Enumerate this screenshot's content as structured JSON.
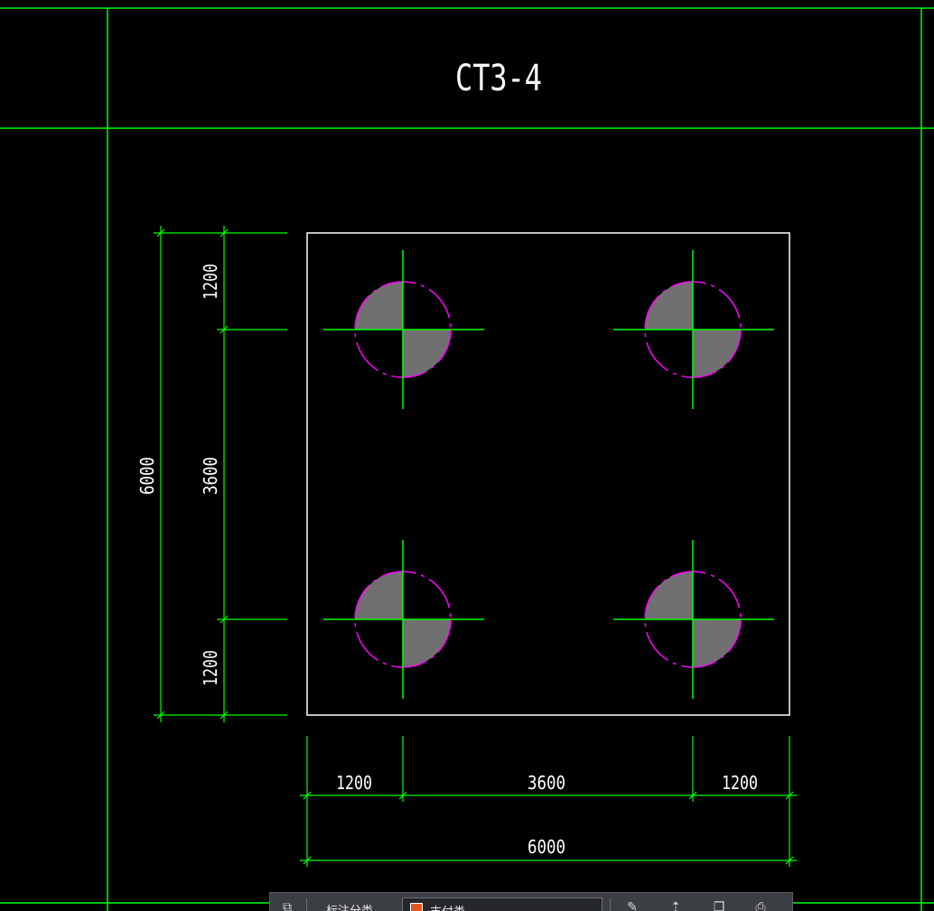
{
  "drawing": {
    "title": "CT3-4",
    "vertical_dims": {
      "overall": "6000",
      "top_segment": "1200",
      "middle_segment": "3600",
      "bottom_segment": "1200"
    },
    "horizontal_dims": {
      "overall": "6000",
      "left_segment": "1200",
      "middle_segment": "3600",
      "right_segment": "1200"
    },
    "piles": [
      "pile-top-left",
      "pile-top-right",
      "pile-bottom-left",
      "pile-bottom-right"
    ],
    "colors": {
      "background": "#000000",
      "frame": "#00ff00",
      "outline": "#ffffff",
      "pile_circle": "#ff00ff",
      "pile_fill": "#707070",
      "text": "#ffffff"
    }
  },
  "toolbar": {
    "layer_label": "标注分类",
    "layer_value": "支付类",
    "layer_color": "#e2561f",
    "icons": [
      "layers-icon",
      "edit-icon",
      "upload-icon",
      "copy-icon",
      "print-icon"
    ]
  }
}
